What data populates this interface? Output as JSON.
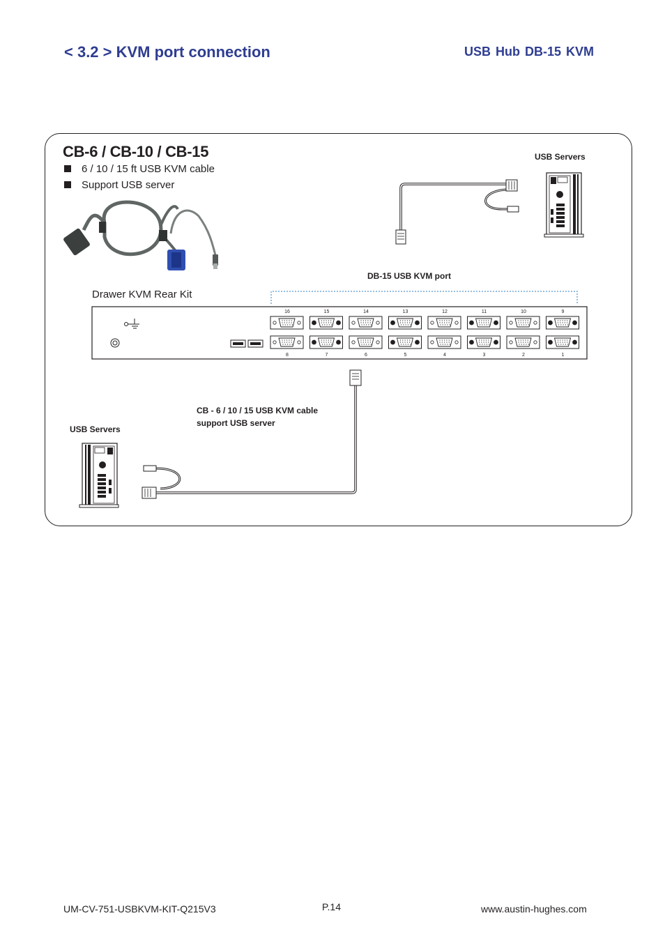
{
  "header": {
    "section_title": "< 3.2 > KVM port connection",
    "right_title": "USB Hub  DB-15 KVM"
  },
  "panel": {
    "cable_title": "CB-6 / CB-10 / CB-15",
    "features": [
      "6 / 10 / 15 ft USB KVM cable",
      "Support USB server"
    ],
    "usb_servers_top": "USB Servers",
    "port_label": "DB-15 USB KVM port",
    "drawer_label": "Drawer KVM Rear Kit",
    "top_port_numbers": [
      "16",
      "15",
      "14",
      "13",
      "12",
      "11",
      "10",
      "9"
    ],
    "bottom_port_numbers": [
      "8",
      "7",
      "6",
      "5",
      "4",
      "3",
      "2",
      "1"
    ],
    "cable_caption_line1": "CB - 6 / 10 / 15 USB KVM cable",
    "cable_caption_line2": "support USB server",
    "usb_servers_bottom": "USB Servers"
  },
  "footer": {
    "doc_id": "UM-CV-751-USBKVM-KIT-Q215V3",
    "page": "P.14",
    "website": "www.austin-hughes.com"
  },
  "colors": {
    "heading_blue": "#2e3d91",
    "ink": "#231f20",
    "port_dotted_blue": "#2b7bc0",
    "vga_blue": "#2f4fb0"
  }
}
